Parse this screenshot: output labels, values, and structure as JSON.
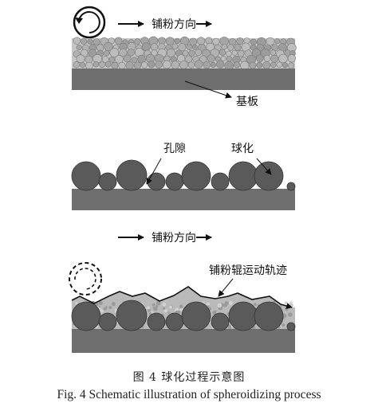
{
  "figure": {
    "panel_top": {
      "spreading_direction": "铺粉方向",
      "substrate": "基板"
    },
    "panel_middle": {
      "pore": "孔隙",
      "spheroidization": "球化"
    },
    "panel_bottom": {
      "spreading_direction": "铺粉方向",
      "roller_track": "铺粉辊运动轨迹"
    }
  },
  "caption": {
    "cn": "图 4   球化过程示意图",
    "en": "Fig. 4   Schematic illustration of spheroidizing process"
  },
  "colors": {
    "substrate": "#6e6e6e",
    "powder": "#a8a8a8",
    "ball": "#5a5a5a",
    "line": "#111111"
  }
}
